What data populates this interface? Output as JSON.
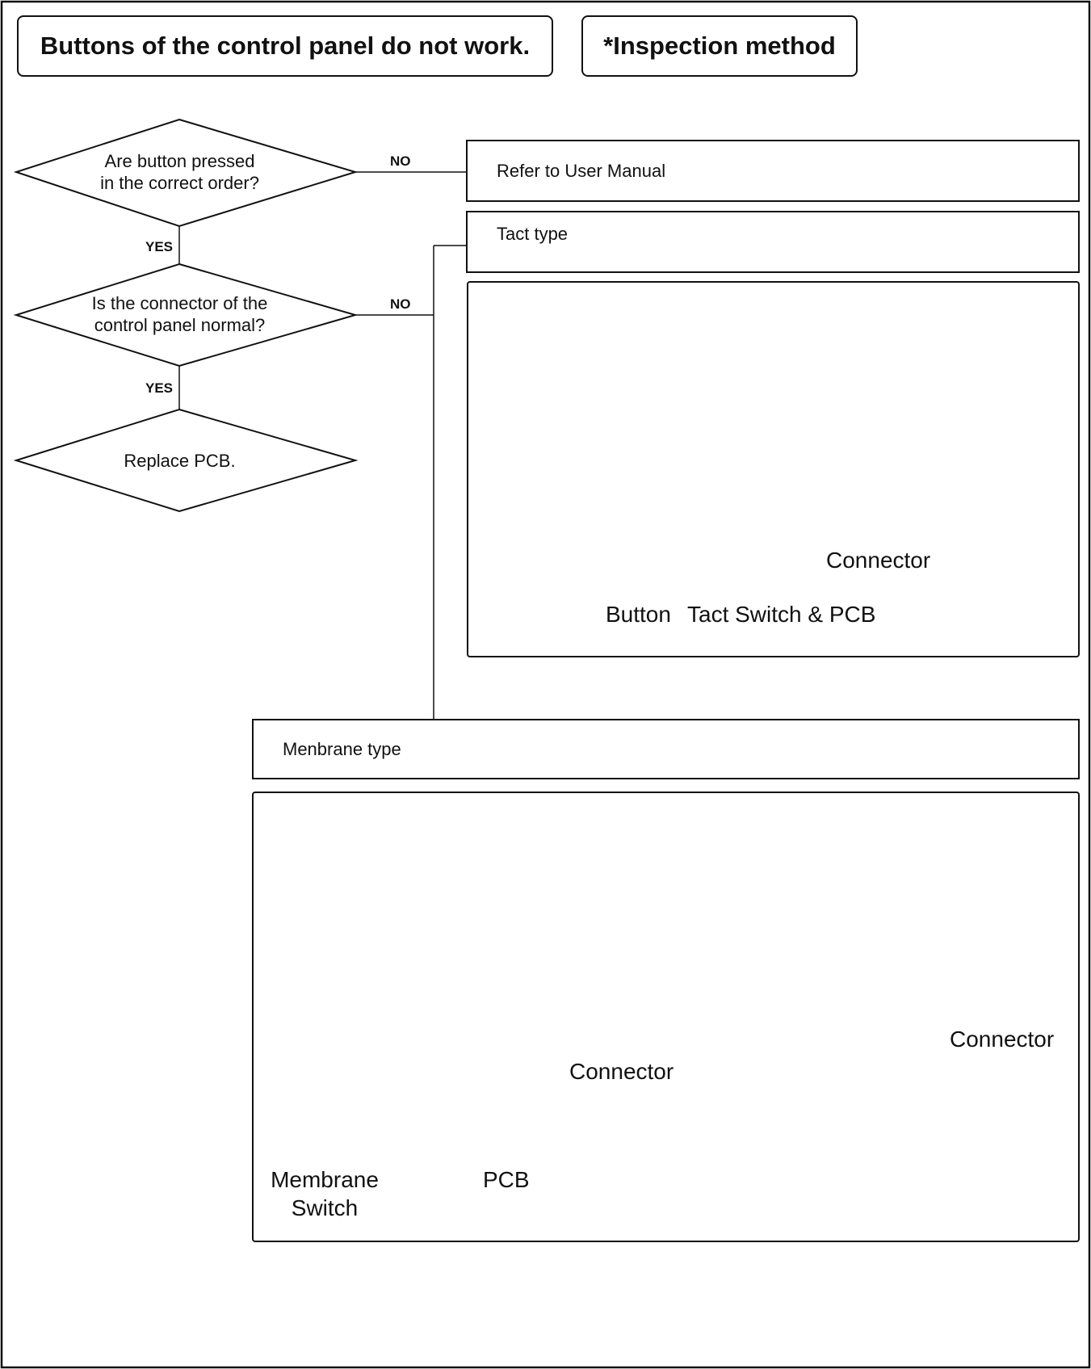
{
  "title": "Buttons of the control panel do not work.",
  "inspection_title": "*Inspection method",
  "flow": {
    "decision1_line1": "Are button pressed",
    "decision1_line2": "in the correct order?",
    "decision2_line1": "Is the connector of the",
    "decision2_line2": "control panel normal?",
    "final": "Replace PCB.",
    "no_label_1": "NO",
    "no_label_2": "NO",
    "yes_label_1": "YES",
    "yes_label_2": "YES"
  },
  "boxes": {
    "refer": "Refer to User Manual",
    "tact_type": "Tact type",
    "membrane_type": "Menbrane type"
  },
  "tact_panel": {
    "connector_label": "Connector",
    "button_label": "Button",
    "tact_switch_label": "Tact Switch & PCB"
  },
  "membrane_panel": {
    "connector_label_left": "Connector",
    "connector_label_right": "Connector",
    "membrane_line1": "Membrane",
    "membrane_line2": "Switch",
    "pcb_label": "PCB"
  },
  "colors": {
    "line": "#111111",
    "highlight": "#d4101a",
    "arrow": "#000000"
  }
}
